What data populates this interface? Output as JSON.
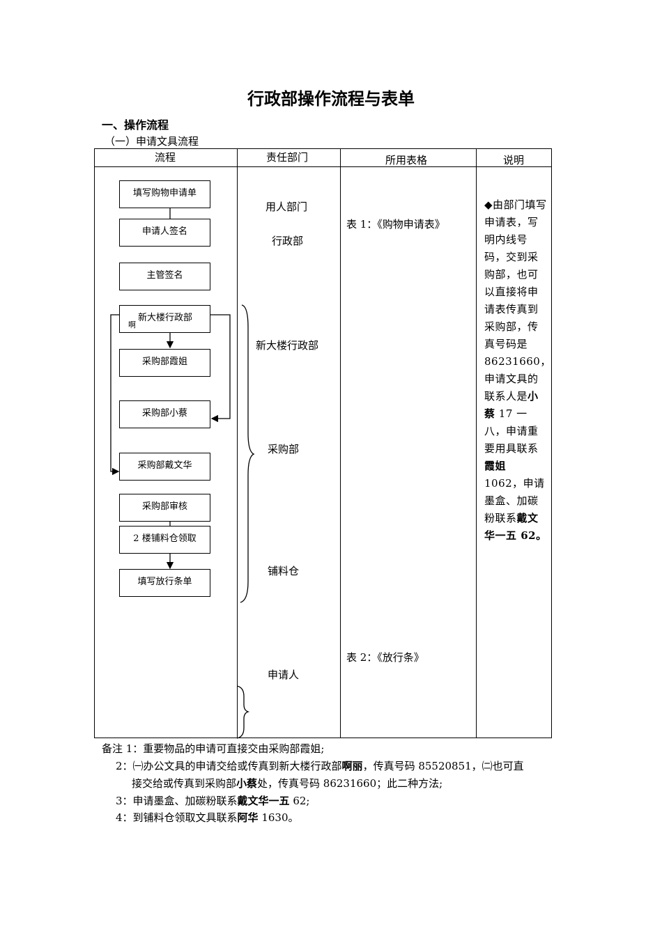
{
  "title": "行政部操作流程与表单",
  "section1": "一、操作流程",
  "subsection1": "（一）申请文具流程",
  "table": {
    "headers": [
      "流程",
      "责任部门",
      "所用表格",
      "说明"
    ],
    "departments": [
      "用人部门",
      "行政部",
      "新大楼行政部",
      "采购部",
      "铺料仓",
      "申请人"
    ],
    "forms": [
      "表 1：《购物申请表》",
      "表 2：《放行条》"
    ],
    "note_parts": {
      "p1": "◆由部门填写申请表，写明内线号码，交到采购部，也可以直接将申请表传真到采购部，传真号码是 86231660，申请文具的联系人是",
      "b1": "小蔡",
      "p2": " 17 一八，申请重要用具联系",
      "b2": "霞姐",
      "p3": " 1062，申请墨盒、加碳粉联系",
      "b3": "戴文华一五",
      "p4": " 62。"
    }
  },
  "flow": {
    "steps": [
      "填写购物申请单",
      "申请人签名",
      "主管签名",
      "新大楼行政部",
      "采购部霞姐",
      "采购部小蔡",
      "采购部戴文华",
      "采购部审核",
      "2 楼铺料仓领取",
      "填写放行条单"
    ],
    "step4_sub": "啊"
  },
  "remarks": {
    "r1": "备注 1：重要物品的申请可直接交由采购部霞姐;",
    "r2_a": "2：㈠办公文具的申请交给或传真到新大楼行政部",
    "r2_b1": "啊丽",
    "r2_b": "，传真号码 85520851，㈡也可直",
    "r2_c": "接交给或传真到采购部",
    "r2_b2": "小蔡",
    "r2_d": "处，传真号码 86231660；此二种方法;",
    "r3_a": "3：申请墨盒、加碳粉联系",
    "r3_b": "戴文华一五",
    "r3_c": " 62;",
    "r4_a": "4：到铺料仓领取文具联系",
    "r4_b": "阿华",
    "r4_c": " 1630。"
  }
}
